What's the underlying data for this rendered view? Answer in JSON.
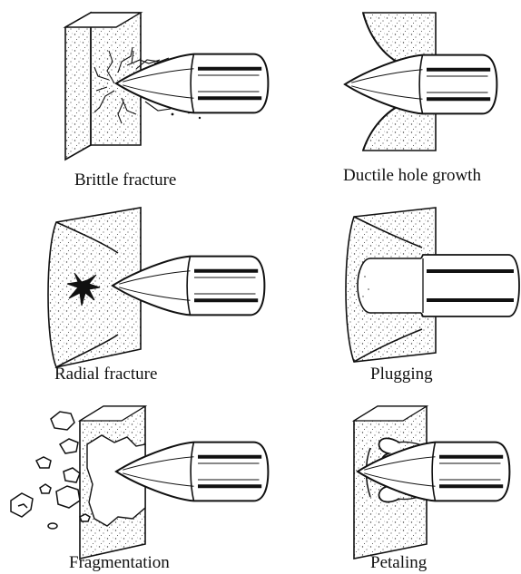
{
  "captions": {
    "brittle": "Brittle fracture",
    "ductile": "Ductile hole growth",
    "radial": "Radial fracture",
    "plugging": "Plugging",
    "fragmentation": "Fragmentation",
    "petaling": "Petaling"
  }
}
